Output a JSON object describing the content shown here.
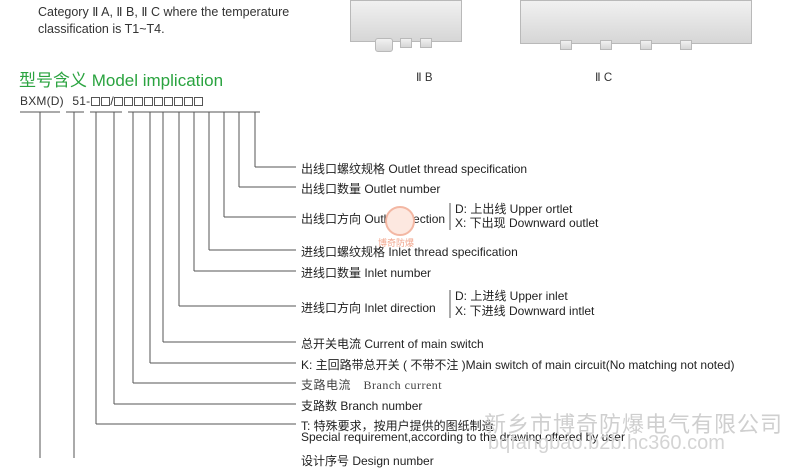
{
  "intro": {
    "line1": "Category Ⅱ A, Ⅱ B, Ⅱ C where the temperature",
    "line2": "classification is T1~T4."
  },
  "images": {
    "label_left": "Ⅱ B",
    "label_right": "Ⅱ C"
  },
  "title": "型号含义 Model implication",
  "model_code": {
    "prefix": "BXM(D)",
    "series": "51-",
    "separator": "/"
  },
  "branches": [
    {
      "label": "出线口螺纹规格 Outlet thread specification"
    },
    {
      "label": "出线口数量 Outlet number"
    },
    {
      "label": "出线口方向 Outlet direction",
      "options": [
        "D: 上出线 Upper ortlet",
        "X: 下出现 Downward outlet"
      ]
    },
    {
      "label": "进线口螺纹规格 Inlet thread specification"
    },
    {
      "label": "进线口数量 Inlet number"
    },
    {
      "label": "进线口方向 Inlet direction",
      "options": [
        "D: 上进线 Upper inlet",
        "X: 下进线 Downward intlet"
      ]
    },
    {
      "label": "总开关电流 Current of main switch"
    },
    {
      "label": "K: 主回路带总开关 ( 不带不注 )Main switch of main circuit(No matching not noted)"
    },
    {
      "label": "支路电流　Branch current"
    },
    {
      "label": "支路数 Branch number"
    },
    {
      "label": "T: 特殊要求，按用户提供的图纸制造",
      "line2": "Special requirement,according to the drawing offered by user"
    },
    {
      "label": "设计序号 Design number"
    }
  ],
  "watermark": {
    "company": "新乡市博奇防爆电气有限公司",
    "url": "bqfangbao.b2b.hc360.com",
    "stamp_text": "博奇防爆"
  }
}
